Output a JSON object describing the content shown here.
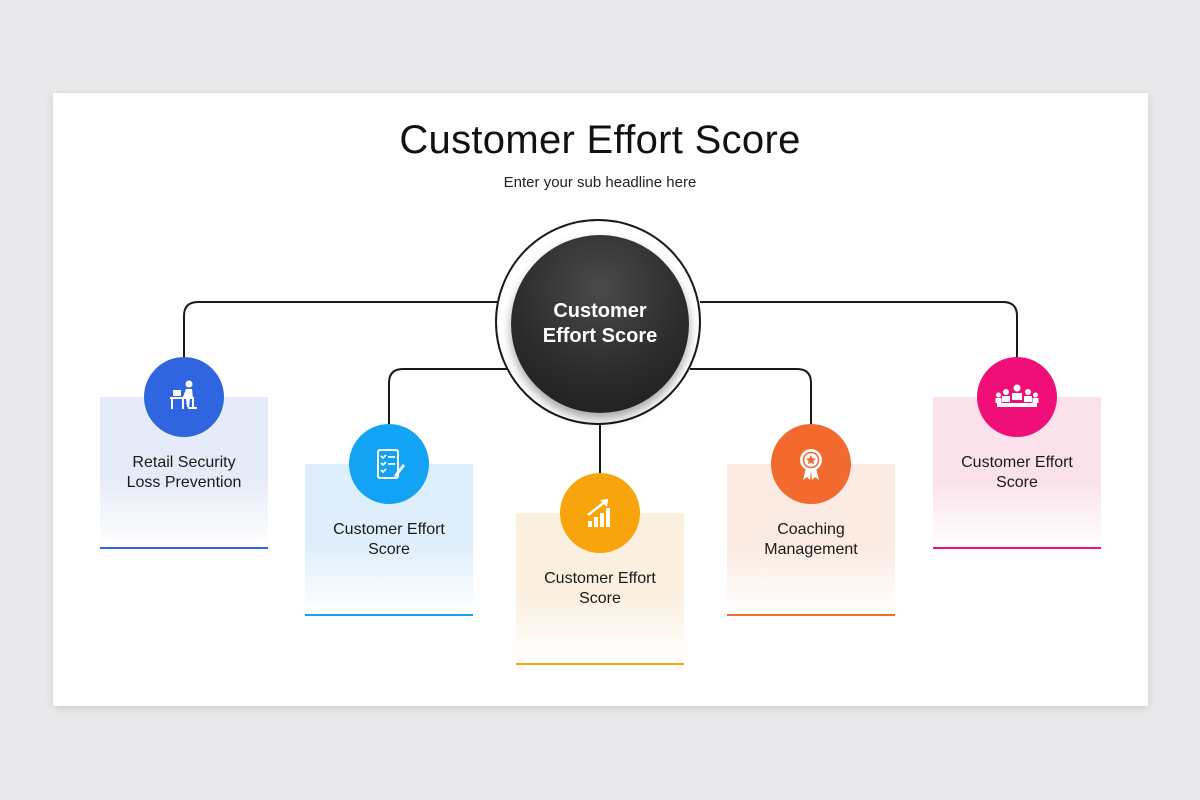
{
  "slide": {
    "title": "Customer Effort Score",
    "subtitle": "Enter your sub headline here"
  },
  "hub": {
    "label": "Customer Effort Score"
  },
  "items": [
    {
      "label": "Retail Security Loss Prevention",
      "icon": "desk-worker-icon",
      "color": "#2f66e0",
      "card_bg": "#e5ebf8"
    },
    {
      "label": "Customer Effort Score",
      "icon": "checklist-icon",
      "color": "#12a3f5",
      "card_bg": "#dfeefc"
    },
    {
      "label": "Customer Effort Score",
      "icon": "growth-chart-icon",
      "color": "#f7a40d",
      "card_bg": "#fbf0e0"
    },
    {
      "label": "Coaching Management",
      "icon": "award-badge-icon",
      "color": "#f26a2e",
      "card_bg": "#fcebe2"
    },
    {
      "label": "Customer Effort Score",
      "icon": "team-meeting-icon",
      "color": "#ef0f77",
      "card_bg": "#fbe1ea"
    }
  ]
}
